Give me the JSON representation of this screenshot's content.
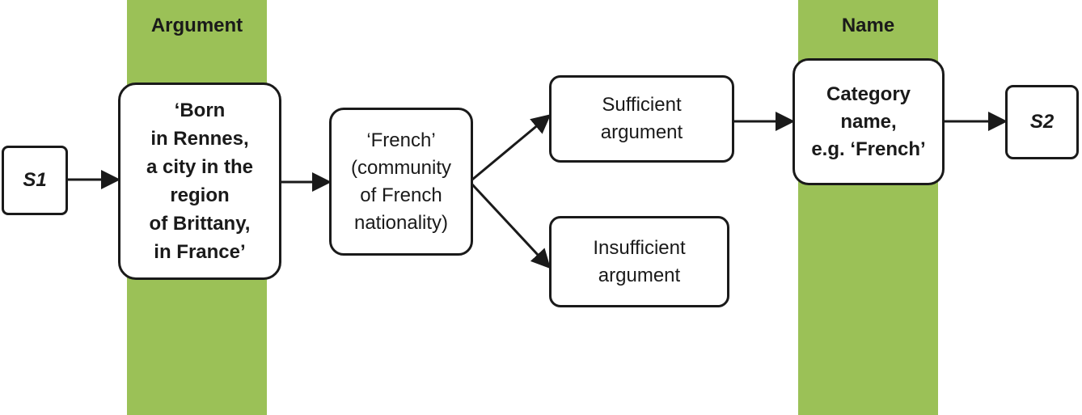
{
  "bands": {
    "argument": {
      "label": "Argument"
    },
    "name": {
      "label": "Name"
    }
  },
  "nodes": {
    "s1": {
      "label": "S1"
    },
    "born": {
      "label": "‘Born\nin Rennes,\na city in the\nregion\nof Brittany,\nin France’"
    },
    "french": {
      "label": "‘French’\n(community\nof French\nnationality)"
    },
    "sufficient": {
      "label": "Sufficient\nargument"
    },
    "insufficient": {
      "label": "Insufficient\nargument"
    },
    "category": {
      "label": "Category\nname,\ne.g. ‘French’"
    },
    "s2": {
      "label": "S2"
    }
  },
  "colors": {
    "band_fill": "#9bc157",
    "stroke": "#1a1a1a",
    "node_fill": "#ffffff"
  }
}
